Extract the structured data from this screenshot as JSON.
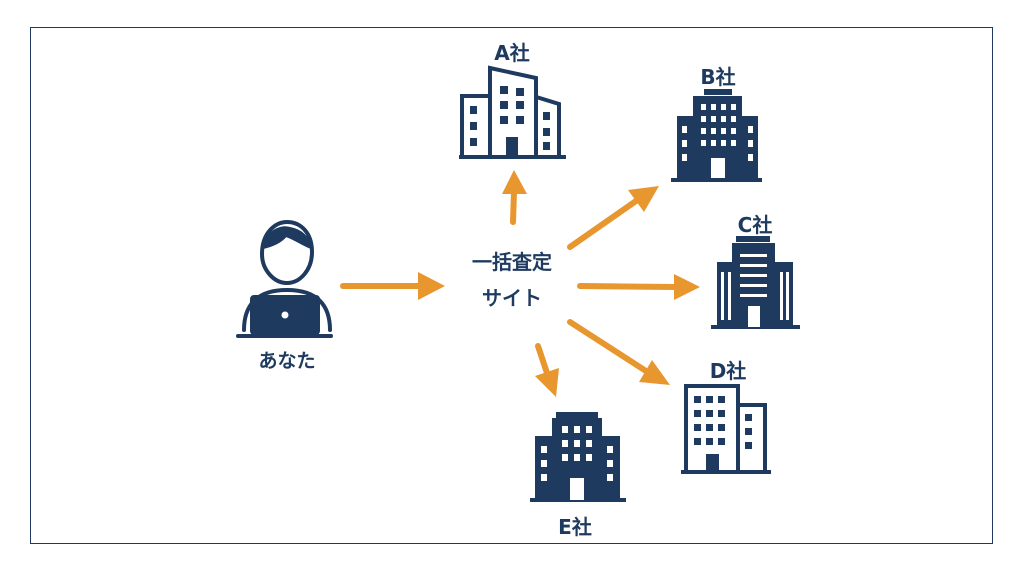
{
  "user": {
    "label": "あなた"
  },
  "hub": {
    "line1": "一括査定",
    "line2": "サイト"
  },
  "companies": {
    "a": "A社",
    "b": "B社",
    "c": "C社",
    "d": "D社",
    "e": "E社"
  },
  "colors": {
    "navy": "#1e3a5f",
    "arrow": "#e8962e",
    "frame": "#1e3a5f"
  },
  "icons": [
    "person-with-laptop-icon",
    "office-building-icon"
  ]
}
